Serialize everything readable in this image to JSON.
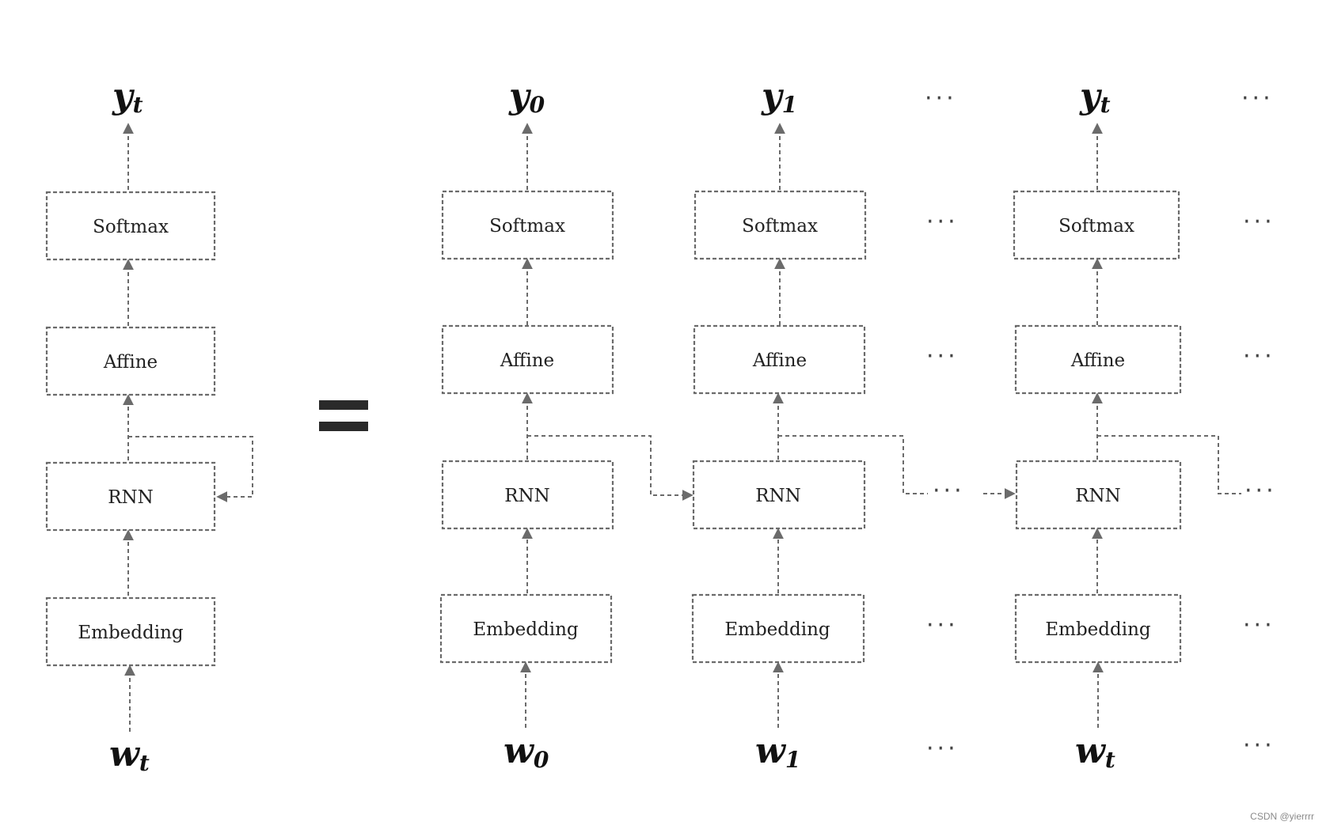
{
  "layer_labels": {
    "softmax": "Softmax",
    "affine": "Affine",
    "rnn": "RNN",
    "embedding": "Embedding"
  },
  "left_column": {
    "output": {
      "symbol": "y",
      "subscript": "t"
    },
    "input": {
      "symbol": "w",
      "subscript": "t"
    }
  },
  "unrolled_columns": [
    {
      "output": {
        "symbol": "y",
        "subscript": "0"
      },
      "input": {
        "symbol": "w",
        "subscript": "0"
      }
    },
    {
      "output": {
        "symbol": "y",
        "subscript": "1"
      },
      "input": {
        "symbol": "w",
        "subscript": "1"
      }
    },
    {
      "output": {
        "symbol": "y",
        "subscript": "t"
      },
      "input": {
        "symbol": "w",
        "subscript": "t"
      }
    }
  ],
  "ellipsis": "···",
  "watermark": "CSDN @yierrrr",
  "colors": {
    "line": "#6b6b6b",
    "text": "#222222",
    "equals": "#2a2a2a"
  }
}
